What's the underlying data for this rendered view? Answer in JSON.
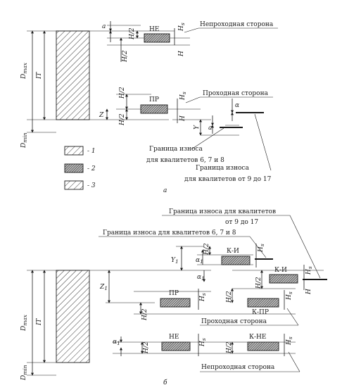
{
  "part_a": {
    "d_min": "D",
    "d_min_sub": "min",
    "d_max": "D",
    "d_max_sub": "max",
    "it": "IT",
    "z": "Z",
    "y": "Y",
    "h_half": "H/2",
    "h": "H",
    "h_s": "H",
    "h_s_sub": "s",
    "a": "a",
    "alpha": "α",
    "ne": "НЕ",
    "pr": "ПР",
    "no_go_side": "Непроходная сторона",
    "go_side": "Проходная сторона",
    "wear_limit_6_8_line1": "Граница износа",
    "wear_limit_6_8_line2": "для квалитетов  6, 7 и 8",
    "wear_limit_9_17_line1": "Граница износа",
    "wear_limit_9_17_line2": "для квалитетов  от 9 до 17",
    "caption": "а"
  },
  "legend": [
    {
      "label": "- 1",
      "pattern": "hatch-wide"
    },
    {
      "label": "- 2",
      "pattern": "hatch-dense"
    },
    {
      "label": "- 3",
      "pattern": "hatch-wide"
    }
  ],
  "part_b": {
    "d_min": "D",
    "d_min_sub": "min",
    "d_max": "D",
    "d_max_sub": "max",
    "it": "IT",
    "z": "Z",
    "z_sub": "1",
    "y": "Y",
    "y_sub": "1",
    "alpha": "α",
    "alpha_sub": "1",
    "h_half": "H/2",
    "h": "H",
    "h_s": "H",
    "h_s_sub": "s",
    "ki": "К-И",
    "ki2": "К-И",
    "pr": "ПР",
    "k_pr": "К-ПР",
    "ne": "НЕ",
    "k_ne": "К-НЕ",
    "wear_limit_9_17_line1": "Граница износа для квалитетов",
    "wear_limit_9_17_line2": "от 9 до 17",
    "wear_limit_6_8": "Граница износа для квалитетов  6, 7 и 8",
    "go_side": "Проходная сторона",
    "no_go_side": "Непроходная сторона",
    "caption": "б"
  }
}
